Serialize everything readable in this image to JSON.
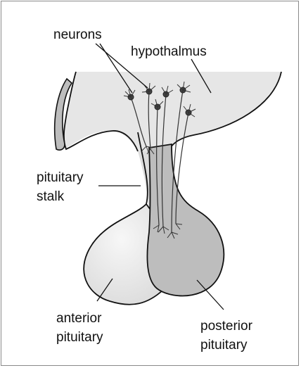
{
  "labels": {
    "neurons": "neurons",
    "hypothalmus": "hypothalmus",
    "pituitary_stalk_line1": "pituitary",
    "pituitary_stalk_line2": "stalk",
    "anterior_line1": "anterior",
    "anterior_line2": "pituitary",
    "posterior_line1": "posterior",
    "posterior_line2": "pituitary"
  },
  "colors": {
    "background": "#ffffff",
    "frame_border": "#8a8a8a",
    "hypothalamus_fill": "#e6e6e6",
    "anterior_fill": "#e9e9e9",
    "posterior_fill": "#bdbdbd",
    "outline": "#111111",
    "neuron_stroke": "#333333"
  }
}
